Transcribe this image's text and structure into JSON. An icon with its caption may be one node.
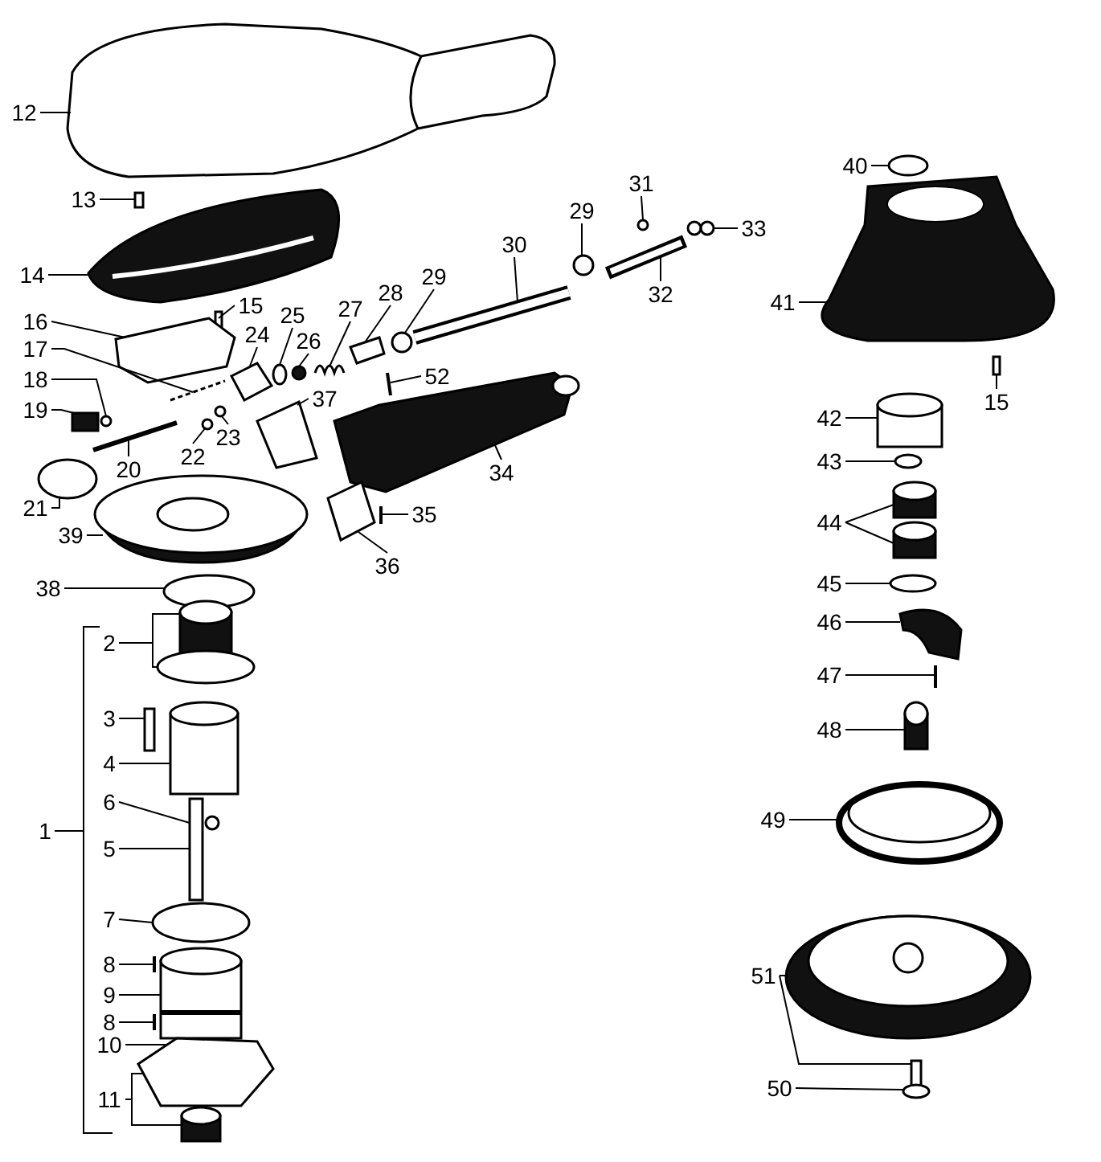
{
  "diagram": {
    "nodes": [
      {
        "text": [
          "12"
        ]
      },
      {
        "text": [
          "40"
        ]
      },
      {
        "text": [
          "31"
        ]
      },
      {
        "text": [
          "13"
        ]
      },
      {
        "text": [
          "29"
        ]
      },
      {
        "text": [
          "33"
        ]
      },
      {
        "text": [
          "30"
        ]
      },
      {
        "text": [
          "14"
        ]
      },
      {
        "text": [
          "29"
        ]
      },
      {
        "text": [
          "28"
        ]
      },
      {
        "text": [
          "32"
        ]
      },
      {
        "text": [
          "15"
        ]
      },
      {
        "text": [
          "41"
        ]
      },
      {
        "text": [
          "27"
        ]
      },
      {
        "text": [
          "25"
        ]
      },
      {
        "text": [
          "16"
        ]
      },
      {
        "text": [
          "24"
        ]
      },
      {
        "text": [
          "26"
        ]
      },
      {
        "text": [
          "17"
        ]
      },
      {
        "text": [
          "52"
        ]
      },
      {
        "text": [
          "18"
        ]
      },
      {
        "text": [
          "37"
        ]
      },
      {
        "text": [
          "15"
        ]
      },
      {
        "text": [
          "19"
        ]
      },
      {
        "text": [
          "42"
        ]
      },
      {
        "text": [
          "23"
        ]
      },
      {
        "text": [
          "22"
        ]
      },
      {
        "text": [
          "43"
        ]
      },
      {
        "text": [
          "20"
        ]
      },
      {
        "text": [
          "34"
        ]
      },
      {
        "text": [
          "21"
        ]
      },
      {
        "text": [
          "35"
        ]
      },
      {
        "text": [
          "44"
        ]
      },
      {
        "text": [
          "39"
        ]
      },
      {
        "text": [
          "36"
        ]
      },
      {
        "text": [
          "45"
        ]
      },
      {
        "text": [
          "38"
        ]
      },
      {
        "text": [
          "46"
        ]
      },
      {
        "text": [
          "2"
        ]
      },
      {
        "text": [
          "47"
        ]
      },
      {
        "text": [
          "3"
        ]
      },
      {
        "text": [
          "48"
        ]
      },
      {
        "text": [
          "4"
        ]
      },
      {
        "text": [
          "6"
        ]
      },
      {
        "text": [
          "49"
        ]
      },
      {
        "text": [
          "1"
        ]
      },
      {
        "text": [
          "5"
        ]
      },
      {
        "text": [
          "7"
        ]
      },
      {
        "text": [
          "8"
        ]
      },
      {
        "text": [
          "51"
        ]
      },
      {
        "text": [
          "9"
        ]
      },
      {
        "text": [
          "8"
        ]
      },
      {
        "text": [
          "10"
        ]
      },
      {
        "text": [
          "50"
        ]
      },
      {
        "text": [
          "11"
        ]
      },
      {
        "text": [],
        "shape": "picture"
      },
      {
        "text": [],
        "shape": "picture"
      },
      {
        "text": [],
        "shape": "box"
      },
      {
        "text": [],
        "shape": "box"
      },
      {
        "text": [],
        "shape": "picture"
      },
      {
        "text": [],
        "shape": "picture"
      },
      {
        "text": [],
        "shape": "circle"
      },
      {
        "text": [],
        "shape": "box"
      },
      {
        "text": [],
        "shape": "picture"
      },
      {
        "text": [],
        "shape": "ellipse"
      },
      {
        "text": [],
        "shape": "circle"
      },
      {
        "text": [],
        "shape": "circle"
      },
      {
        "text": [],
        "shape": "picture"
      },
      {
        "text": [],
        "shape": "ellipse"
      },
      {
        "text": [],
        "shape": "circle"
      },
      {
        "text": [],
        "shape": "picture"
      },
      {
        "text": [],
        "shape": "picture"
      },
      {
        "text": [],
        "shape": "circle"
      },
      {
        "text": [],
        "shape": "picture"
      },
      {
        "text": [],
        "shape": "circle"
      },
      {
        "text": [],
        "shape": "circle"
      },
      {
        "text": [],
        "shape": "picture"
      },
      {
        "text": [],
        "shape": "circle"
      },
      {
        "text": [],
        "shape": "picture"
      },
      {
        "text": [],
        "shape": "picture"
      },
      {
        "text": [],
        "shape": "picture"
      },
      {
        "text": [],
        "shape": "picture"
      },
      {
        "text": [],
        "shape": "picture"
      },
      {
        "text": [],
        "shape": "picture"
      },
      {
        "text": [],
        "shape": "ellipse"
      },
      {
        "text": [],
        "shape": "cylinder"
      },
      {
        "text": [],
        "shape": "ellipse"
      },
      {
        "text": [],
        "shape": "box"
      },
      {
        "text": [],
        "shape": "cylinder"
      },
      {
        "text": [],
        "shape": "picture"
      },
      {
        "text": [],
        "shape": "ellipse"
      },
      {
        "text": [],
        "shape": "picture"
      },
      {
        "text": [],
        "shape": "picture"
      },
      {
        "text": [],
        "shape": "picture"
      },
      {
        "text": [],
        "shape": "picture"
      },
      {
        "text": [],
        "shape": "cylinder"
      },
      {
        "text": [],
        "shape": "ellipse"
      },
      {
        "text": [],
        "shape": "picture"
      },
      {
        "text": [],
        "shape": "box"
      },
      {
        "text": [],
        "shape": "cylinder"
      },
      {
        "text": [],
        "shape": "ellipse"
      },
      {
        "text": [],
        "shape": "cylinder"
      },
      {
        "text": [],
        "shape": "cylinder"
      },
      {
        "text": [],
        "shape": "ellipse"
      },
      {
        "text": [],
        "shape": "picture"
      },
      {
        "text": [],
        "shape": "picture"
      },
      {
        "text": [],
        "shape": "cylinder"
      },
      {
        "text": [],
        "shape": "picture"
      },
      {
        "text": [],
        "shape": "picture"
      },
      {
        "text": [],
        "shape": "picture"
      },
      {
        "text": [],
        "shape": "circle"
      },
      {
        "text": [],
        "shape": "bracket"
      }
    ],
    "edges": [
      {
        "from": 0,
        "to": 55,
        "arrow": "none"
      },
      {
        "from": 1,
        "to": 96,
        "arrow": "none"
      },
      {
        "from": 2,
        "to": 75,
        "arrow": "none"
      },
      {
        "from": 3,
        "to": 57,
        "arrow": "none"
      },
      {
        "from": 4,
        "to": 74,
        "arrow": "none"
      },
      {
        "from": 5,
        "to": 110,
        "arrow": "none"
      },
      {
        "from": 6,
        "to": 73,
        "arrow": "none"
      },
      {
        "from": 7,
        "to": 56,
        "arrow": "none"
      },
      {
        "from": 8,
        "to": 72,
        "arrow": "none"
      },
      {
        "from": 9,
        "to": 71,
        "arrow": "none"
      },
      {
        "from": 10,
        "to": 76,
        "arrow": "none"
      },
      {
        "from": 11,
        "to": 58,
        "arrow": "none"
      },
      {
        "from": 12,
        "to": 97,
        "arrow": "none"
      },
      {
        "from": 13,
        "to": 70,
        "arrow": "none"
      },
      {
        "from": 14,
        "to": 68,
        "arrow": "none"
      },
      {
        "from": 15,
        "to": 59,
        "arrow": "none"
      },
      {
        "from": 16,
        "to": 67,
        "arrow": "none"
      },
      {
        "from": 17,
        "to": 69,
        "arrow": "none"
      },
      {
        "from": 18,
        "to": 60,
        "arrow": "none"
      },
      {
        "from": 19,
        "to": 78,
        "arrow": "none"
      },
      {
        "from": 20,
        "to": 61,
        "arrow": "none"
      },
      {
        "from": 21,
        "to": 82,
        "arrow": "none"
      },
      {
        "from": 22,
        "to": 98,
        "arrow": "none"
      },
      {
        "from": 23,
        "to": 62,
        "arrow": "none"
      },
      {
        "from": 24,
        "to": 99,
        "arrow": "none"
      },
      {
        "from": 25,
        "to": 66,
        "arrow": "none"
      },
      {
        "from": 26,
        "to": 65,
        "arrow": "none"
      },
      {
        "from": 27,
        "to": 100,
        "arrow": "none"
      },
      {
        "from": 28,
        "to": 63,
        "arrow": "none"
      },
      {
        "from": 29,
        "to": 79,
        "arrow": "none"
      },
      {
        "from": 30,
        "to": 64,
        "arrow": "none"
      },
      {
        "from": 31,
        "to": 80,
        "arrow": "none"
      },
      {
        "from": 32,
        "to": 101,
        "arrow": "none"
      },
      {
        "from": 32,
        "to": 102,
        "arrow": "none"
      },
      {
        "from": 33,
        "to": 83,
        "arrow": "none"
      },
      {
        "from": 34,
        "to": 81,
        "arrow": "none"
      },
      {
        "from": 35,
        "to": 103,
        "arrow": "none"
      },
      {
        "from": 36,
        "to": 84,
        "arrow": "none"
      },
      {
        "from": 37,
        "to": 104,
        "arrow": "none"
      },
      {
        "from": 38,
        "to": 85,
        "arrow": "none"
      },
      {
        "from": 38,
        "to": 86,
        "arrow": "none"
      },
      {
        "from": 39,
        "to": 105,
        "arrow": "none"
      },
      {
        "from": 40,
        "to": 87,
        "arrow": "none"
      },
      {
        "from": 41,
        "to": 106,
        "arrow": "none"
      },
      {
        "from": 42,
        "to": 88,
        "arrow": "none"
      },
      {
        "from": 43,
        "to": 89,
        "arrow": "none"
      },
      {
        "from": 44,
        "to": 107,
        "arrow": "none"
      },
      {
        "from": 45,
        "to": 111,
        "arrow": "none"
      },
      {
        "from": 46,
        "to": 89,
        "arrow": "none"
      },
      {
        "from": 47,
        "to": 90,
        "arrow": "none"
      },
      {
        "from": 48,
        "to": 91,
        "arrow": "none"
      },
      {
        "from": 49,
        "to": 108,
        "arrow": "none"
      },
      {
        "from": 49,
        "to": 109,
        "arrow": "none"
      },
      {
        "from": 50,
        "to": 92,
        "arrow": "none"
      },
      {
        "from": 51,
        "to": 93,
        "arrow": "none"
      },
      {
        "from": 52,
        "to": 94,
        "arrow": "none"
      },
      {
        "from": 53,
        "to": 109,
        "arrow": "none"
      },
      {
        "from": 54,
        "to": 94,
        "arrow": "none"
      },
      {
        "from": 54,
        "to": 95,
        "arrow": "none"
      }
    ]
  }
}
